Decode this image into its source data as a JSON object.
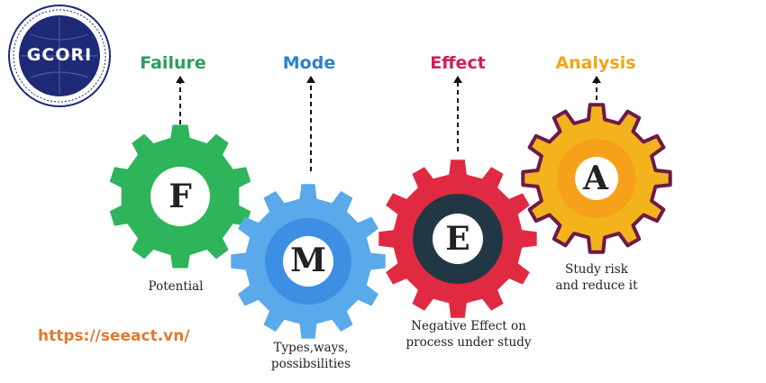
{
  "logo": {
    "text": "GCORI"
  },
  "steps": [
    {
      "word": "Failure",
      "letter": "F",
      "caption": "Potential",
      "color": "#2eb45a"
    },
    {
      "word": "Mode",
      "letter": "M",
      "caption_lines": [
        "Types,ways,",
        "possibsilities"
      ],
      "color": "#5aa9ea"
    },
    {
      "word": "Effect",
      "letter": "E",
      "caption_lines": [
        "Negative Effect on",
        "process under study"
      ],
      "color": "#e02a42"
    },
    {
      "word": "Analysis",
      "letter": "A",
      "caption_lines": [
        "Study risk",
        "and reduce it"
      ],
      "color": "#f3b31d"
    }
  ],
  "url": "https://seeact.vn/",
  "colors": {
    "failure_word": "#2a9d5c",
    "mode_word": "#2f80c8",
    "effect_word": "#d11d58",
    "analysis_word": "#f0a51c",
    "url": "#e07a2f",
    "logo_navy": "#1e2a78"
  }
}
